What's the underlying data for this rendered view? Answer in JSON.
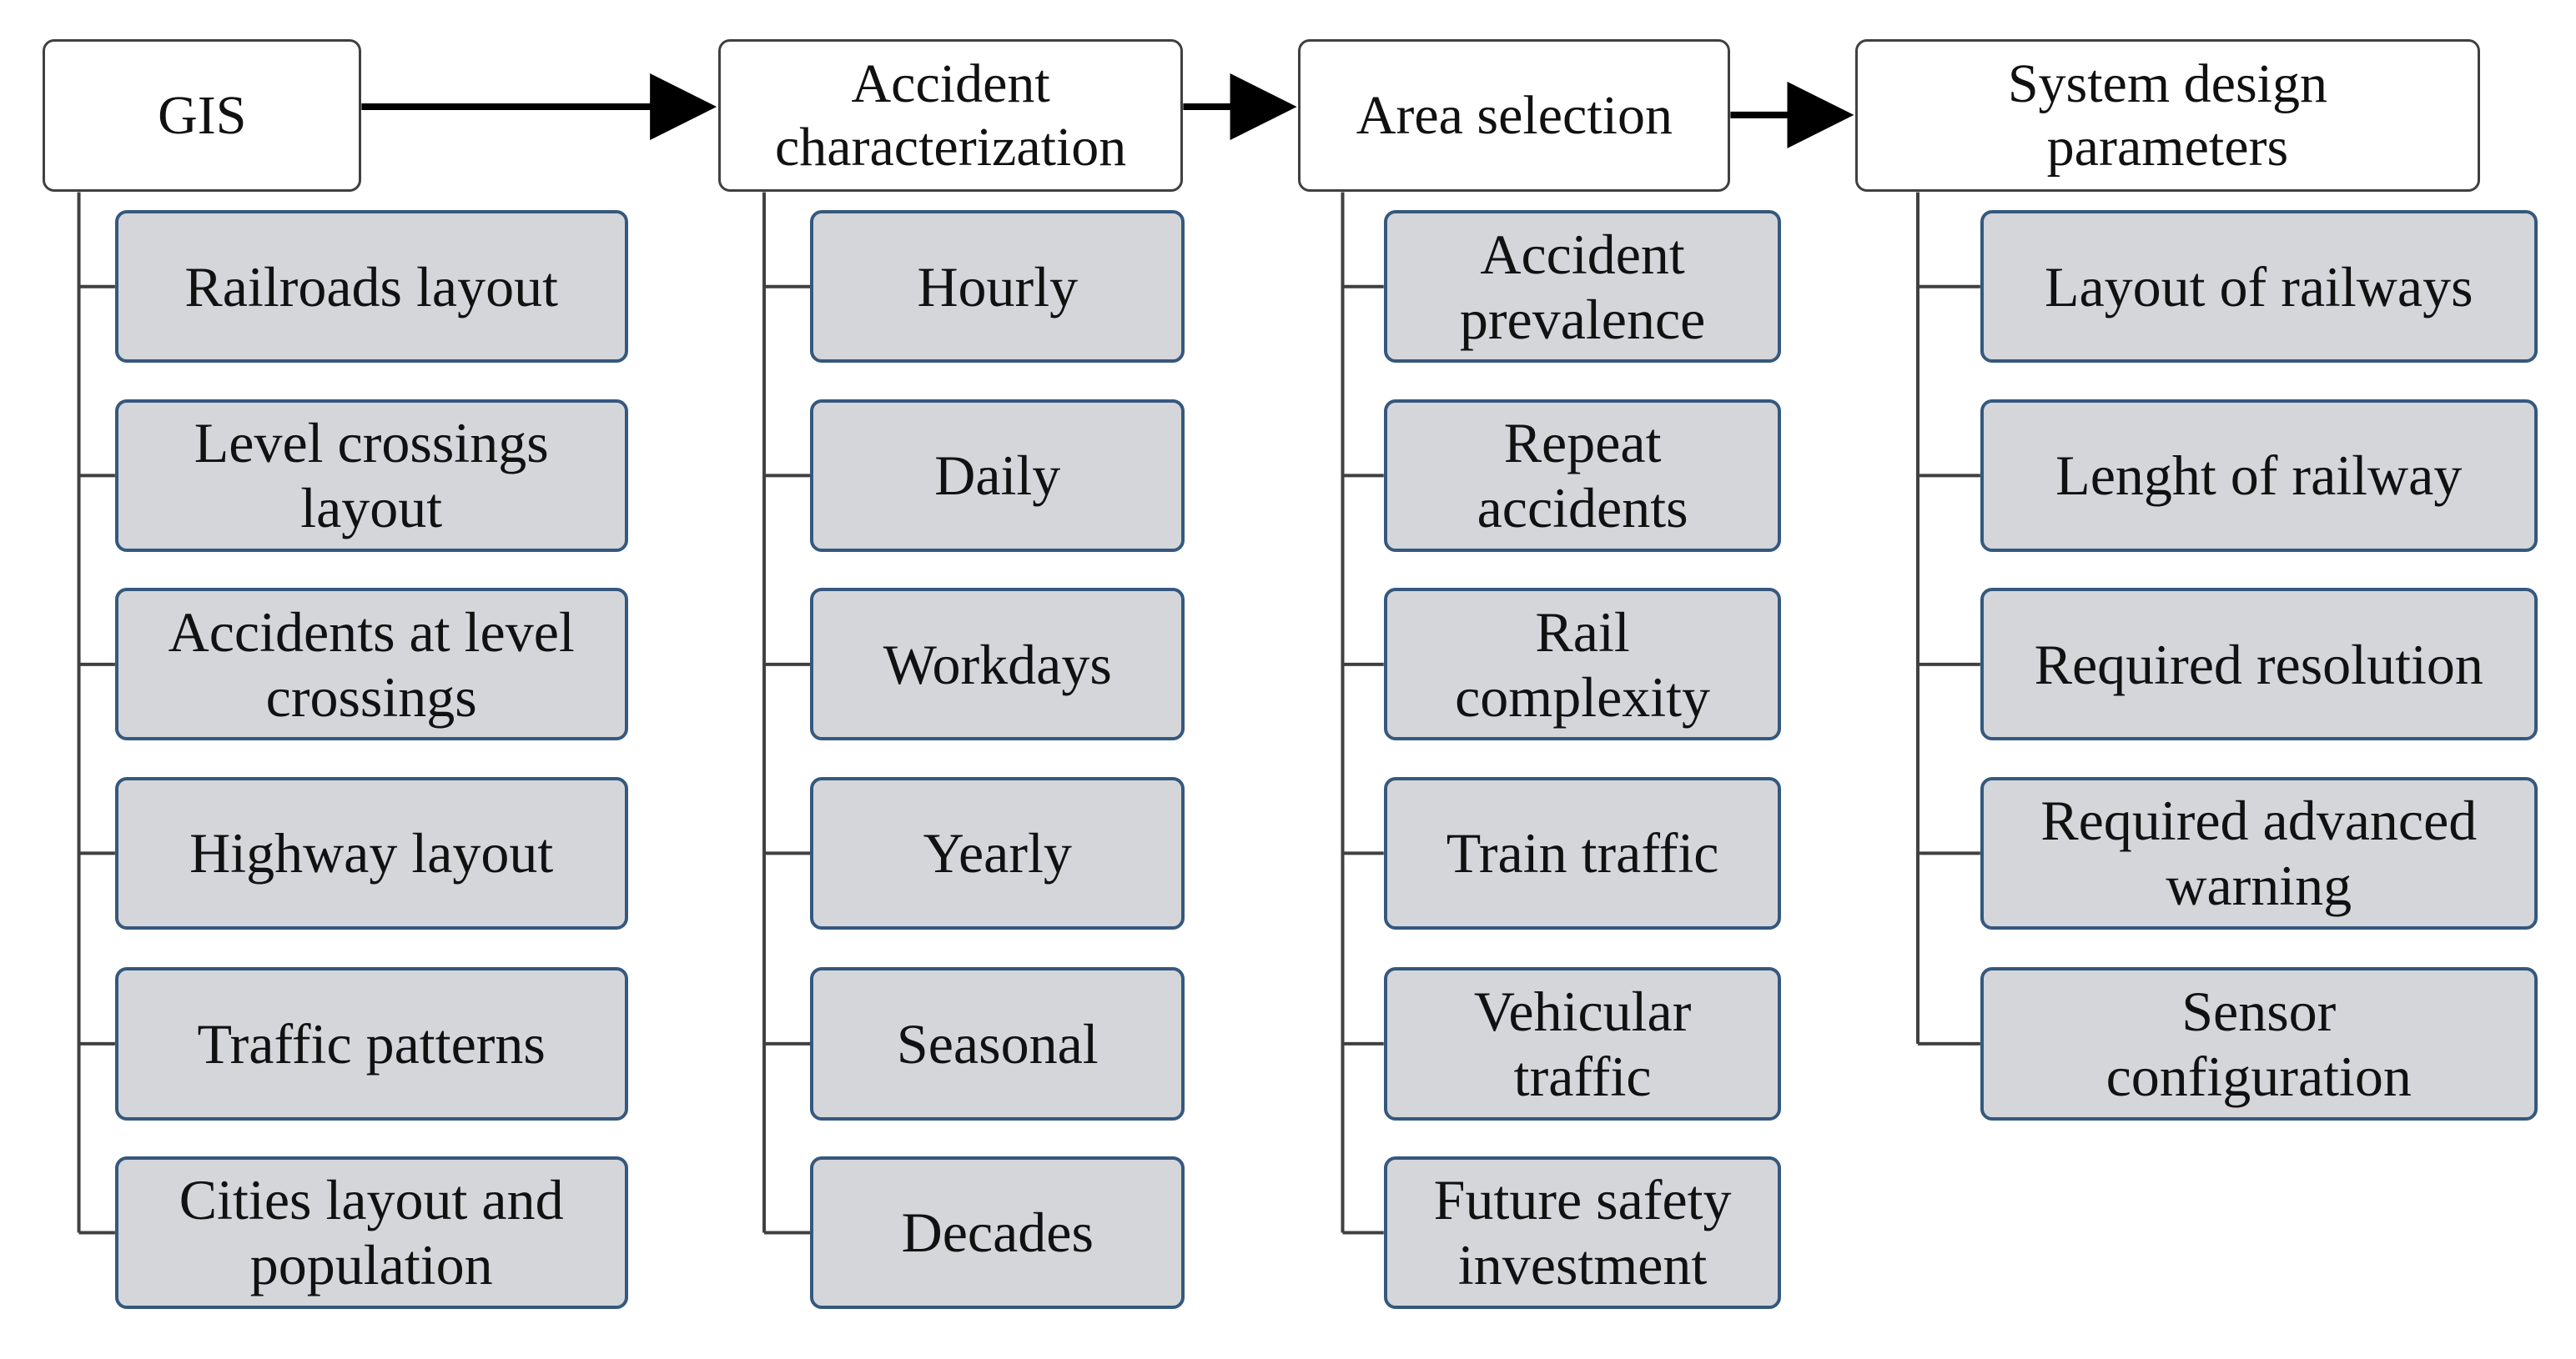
{
  "columns": [
    {
      "header": "GIS",
      "items": [
        "Railroads layout",
        "Level crossings\nlayout",
        "Accidents at level\ncrossings",
        "Highway layout",
        "Traffic patterns",
        "Cities layout and\npopulation"
      ]
    },
    {
      "header": "Accident\ncharacterization",
      "items": [
        "Hourly",
        "Daily",
        "Workdays",
        "Yearly",
        "Seasonal",
        "Decades"
      ]
    },
    {
      "header": "Area selection",
      "items": [
        "Accident\nprevalence",
        "Repeat\naccidents",
        "Rail\ncomplexity",
        "Train traffic",
        "Vehicular\ntraffic",
        "Future safety\ninvestment"
      ]
    },
    {
      "header": "System design\nparameters",
      "items": [
        "Layout of railways",
        "Lenght of railway",
        "Required resolution",
        "Required advanced\nwarning",
        "Sensor\nconfiguration"
      ]
    }
  ],
  "colors": {
    "item_fill": "#d4d6da",
    "item_border": "#35587e",
    "header_border": "#404040",
    "connector": "#404040",
    "arrow": "#000000"
  }
}
